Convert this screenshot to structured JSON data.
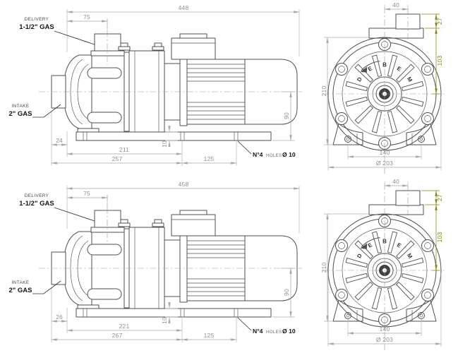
{
  "colors": {
    "background": "#ffffff",
    "drawing_line": "#4f4f4f",
    "dimension_line": "#a6a6a6",
    "dimension_text": "#8f8f8f",
    "accent_dimension": "#85850e",
    "label_text": "#141414"
  },
  "brand_letters": [
    "D",
    "E",
    "B",
    "E",
    "M"
  ],
  "labels": {
    "delivery_title": "DELIVERY",
    "delivery_size": "1-1/2\" GAS",
    "intake_title": "INTAKE",
    "intake_size": "2\" GAS",
    "holes_prefix": "N°4",
    "holes_word": "HOLES",
    "holes_dia": "Ø 10"
  },
  "views": [
    {
      "name": "pump-variant-1",
      "side": {
        "overall_length": "448",
        "delivery_offset": "75",
        "intake_stub": "24",
        "flange_to_foot": "211",
        "base_length": "257",
        "foot_hole_spacing": "125",
        "shaft_height": "90",
        "foot_thickness": "10"
      },
      "front": {
        "port_offset": "40",
        "port_height": "27",
        "port_to_shaft": "103",
        "overall_height": "210",
        "foot_hole_spacing": "140",
        "body_diameter": "Ø 203"
      }
    },
    {
      "name": "pump-variant-2",
      "side": {
        "overall_length": "458",
        "delivery_offset": "75",
        "intake_stub": "26",
        "flange_to_foot": "221",
        "base_length": "267",
        "foot_hole_spacing": "125",
        "shaft_height": "90",
        "foot_thickness": "10"
      },
      "front": {
        "port_offset": "40",
        "port_height": "27",
        "port_to_shaft": "103",
        "overall_height": "210",
        "foot_hole_spacing": "140",
        "body_diameter": "Ø 203"
      }
    }
  ]
}
